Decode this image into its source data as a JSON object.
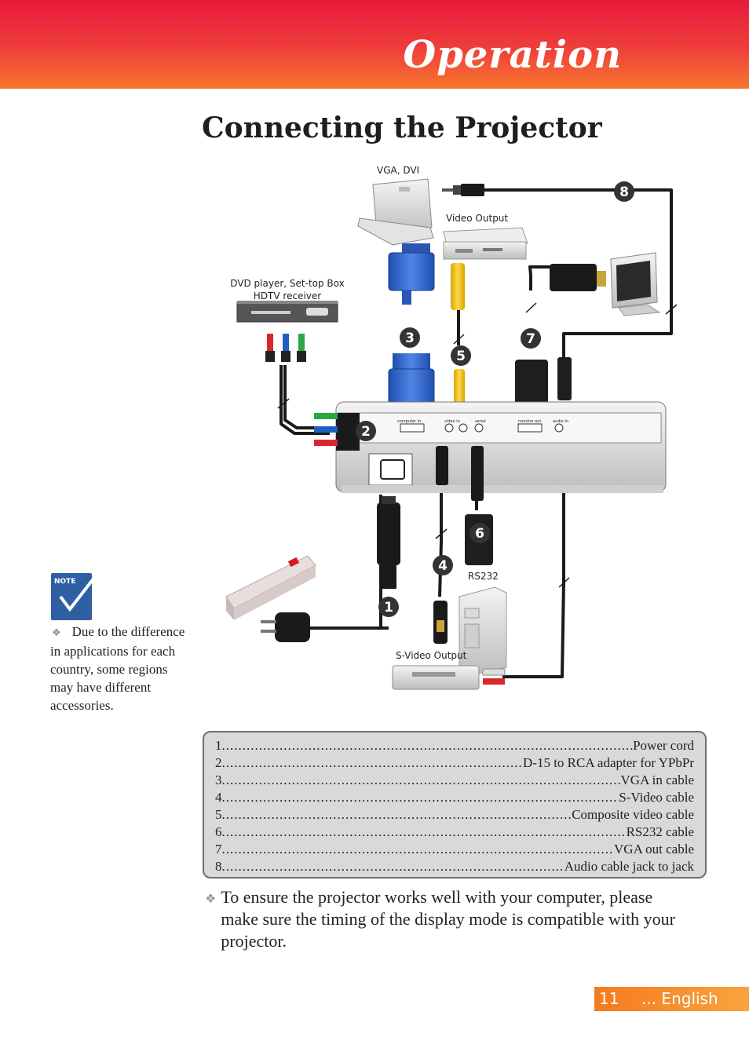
{
  "header": {
    "title": "Operation"
  },
  "page": {
    "heading": "Connecting the Projector"
  },
  "diagram": {
    "labels": {
      "vga_dvi": "VGA, DVI",
      "video_output": "Video Output",
      "dvd_line1": "DVD player, Set-top Box",
      "dvd_line2": "HDTV receiver",
      "rs232": "RS232",
      "svideo_output": "S-Video Output"
    },
    "ports": {
      "computer_in": "computer in",
      "video_in": "video in",
      "serial": "serial",
      "monitor_out": "monitor out",
      "audio_in": "audio in"
    },
    "callouts": [
      "1",
      "2",
      "3",
      "4",
      "5",
      "6",
      "7",
      "8"
    ]
  },
  "note": {
    "badge": "NOTE",
    "text": "Due to the difference in applications for each country, some regions may have different accessories."
  },
  "legend": [
    {
      "num": "1",
      "text": "Power cord"
    },
    {
      "num": "2",
      "text": "D-15 to RCA adapter for YPbPr"
    },
    {
      "num": "3",
      "text": "VGA in cable"
    },
    {
      "num": "4",
      "text": "S-Video cable"
    },
    {
      "num": "5",
      "text": "Composite video cable"
    },
    {
      "num": "6",
      "text": "RS232 cable"
    },
    {
      "num": "7",
      "text": "VGA out cable"
    },
    {
      "num": "8",
      "text": "Audio cable jack to jack"
    }
  ],
  "tip": {
    "text": "To ensure the projector works well with your computer, please make sure the timing of the display mode is compatible with your projector."
  },
  "footer": {
    "page_number": "11",
    "language": "... English"
  }
}
